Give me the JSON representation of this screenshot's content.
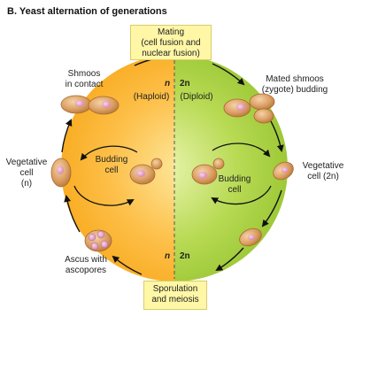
{
  "title": "B. Yeast alternation of generations",
  "boxes": {
    "mating": "Mating\n(cell fusion and\nnuclear fusion)",
    "sporulation": "Sporulation\nand meiosis"
  },
  "labels": {
    "shmoos_contact": "Shmoos\nin contact",
    "mated_shmoos": "Mated shmoos\n(zygote) budding",
    "vegetative_haploid": "Vegetative\ncell\n(n)",
    "vegetative_diploid": "Vegetative\ncell (2n)",
    "budding_left": "Budding\ncell",
    "budding_right": "Budding\ncell",
    "ascus": "Ascus with\nascopores",
    "haploid": "(Haploid)",
    "diploid": "(Diploid)"
  },
  "ploidy": {
    "top_n": "n",
    "top_2n": "2n",
    "bottom_n": "n",
    "bottom_2n": "2n"
  },
  "colors": {
    "haploid_fill": "#fdb330",
    "diploid_fill": "#a6d13d",
    "box_fill": "#fff7a6",
    "cell_fill": "#d79a5a",
    "nucleus": "#e9a8c6"
  }
}
